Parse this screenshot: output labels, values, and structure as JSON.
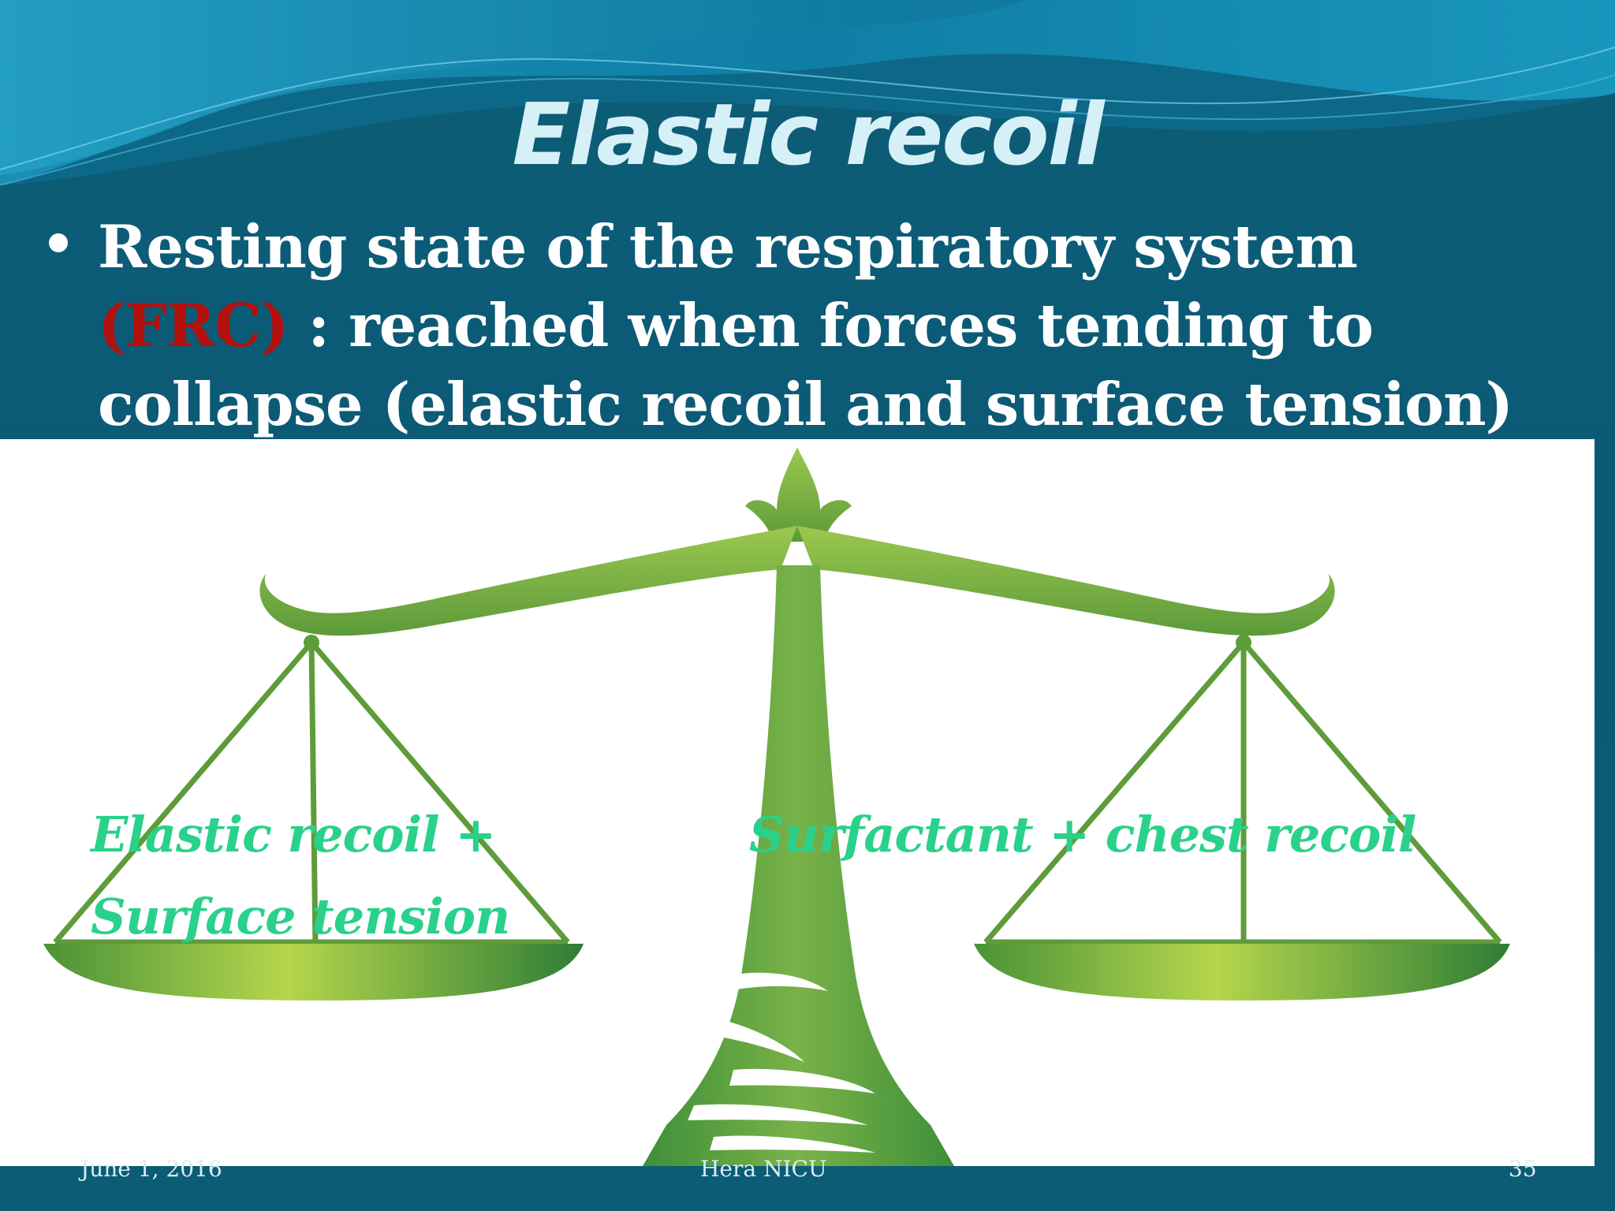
{
  "slide": {
    "title": "Elastic recoil",
    "bullet": {
      "line1": "Resting state of the respiratory system",
      "frc": "(FRC)",
      "line2_rest": " : reached when forces tending to",
      "line3": "collapse (elastic recoil and surface tension)"
    },
    "image_labels": {
      "left_line1": "Elastic recoil +",
      "left_line2": "Surface tension",
      "right": "Surfactant + chest recoil"
    },
    "footer": {
      "date": "June 1, 2016",
      "center": "Hera  NICU",
      "page": "35"
    }
  },
  "colors": {
    "background": "#0c5c76",
    "title": "#d6f0f7",
    "frc_highlight": "#b3100e",
    "scale_green": "#6ea53a",
    "label_green": "#2ad18b"
  },
  "icons": {
    "balance_scale": "balance-scale-icon",
    "bullet": "bullet-dot"
  }
}
